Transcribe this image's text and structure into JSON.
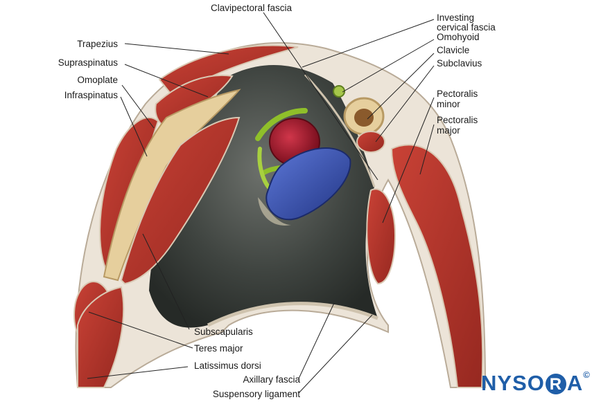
{
  "figure": {
    "labels": {
      "clavipectoral_fascia": "Clavipectoral fascia",
      "trapezius": "Trapezius",
      "supraspinatus": "Supraspinatus",
      "omoplate": "Omoplate",
      "infraspinatus": "Infraspinatus",
      "investing_cervical_fascia_1": "Investing",
      "investing_cervical_fascia_2": "cervical fascia",
      "omohyoid": "Omohyoid",
      "clavicle": "Clavicle",
      "subclavius": "Subclavius",
      "pectoralis_minor_1": "Pectoralis",
      "pectoralis_minor_2": "minor",
      "pectoralis_major_1": "Pectoralis",
      "pectoralis_major_2": "major",
      "subscapularis": "Subscapularis",
      "teres_major": "Teres major",
      "latissimus_dorsi": "Latissimus dorsi",
      "axillary_fascia": "Axillary fascia",
      "suspensory_ligament": "Suspensory ligament"
    }
  },
  "logo": {
    "text_left": "NYSO",
    "text_ring": "R",
    "text_right": "A",
    "copyright": "©",
    "color": "#1f5ea8"
  },
  "colors": {
    "muscle": "#b8322a",
    "muscle_dark": "#8a1f1a",
    "fascia": "#e6ded2",
    "bone": "#e9d9b0",
    "cavity": "#4a4f4b",
    "artery": "#a3162a",
    "vein": "#3a4fa8",
    "nerve": "#8fbf2a"
  }
}
